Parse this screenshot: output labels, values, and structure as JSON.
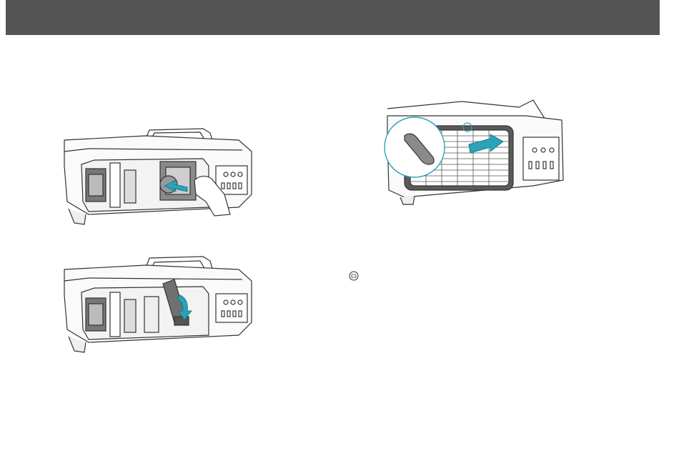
{
  "header": {
    "color": "#555555"
  },
  "figures": [
    {
      "name": "lamp-insert-illustration",
      "icon": "projector-lamp-push-in"
    },
    {
      "name": "lamp-lever-illustration",
      "icon": "projector-lamp-lever-close"
    },
    {
      "name": "lamp-cover-illustration",
      "icon": "projector-cover-slide-close"
    }
  ],
  "note": {
    "icon": "note-icon"
  },
  "colors": {
    "arrow": "#2aa3b8",
    "line": "#333333",
    "shade": "#6e6e6e"
  }
}
